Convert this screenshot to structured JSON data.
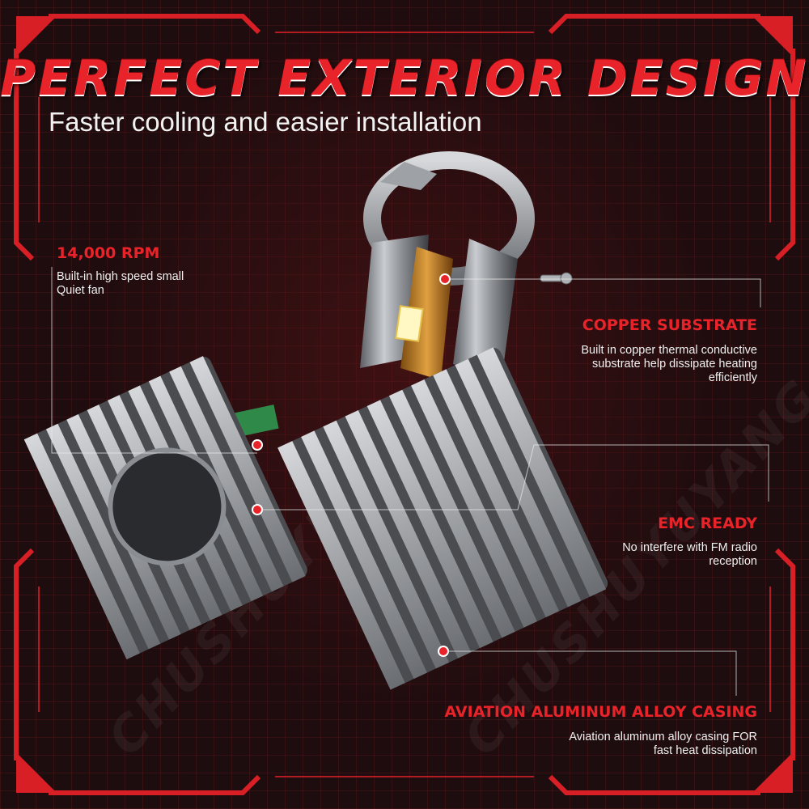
{
  "title": "PERFECT EXTERIOR DESIGN",
  "subtitle": "Faster cooling and easier installation",
  "watermark": "CHUSHUYUYANG",
  "colors": {
    "accent": "#e8232a",
    "background": "#1d0d0f",
    "text": "#f0f0f0"
  },
  "features": {
    "fan": {
      "title": "14,000 RPM",
      "body": "Built-in high speed small\nQuiet fan"
    },
    "copper": {
      "title": "COPPER SUBSTRATE",
      "body": "Built in copper thermal conductive\nsubstrate help dissipate heating\nefficiently"
    },
    "emc": {
      "title": "EMC READY",
      "body": "No interfere with FM radio\nreception"
    },
    "casing": {
      "title": "AVIATION ALUMINUM ALLOY CASING",
      "body": "Aviation aluminum alloy casing FOR\nfast heat dissipation"
    }
  }
}
